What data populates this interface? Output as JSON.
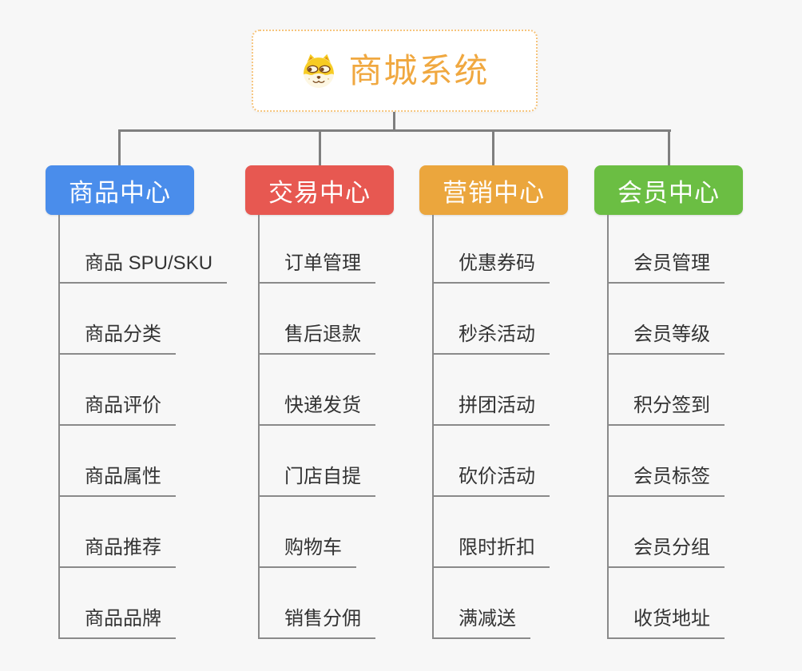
{
  "canvas": {
    "background": "#F7F7F7",
    "connector_color": "#7F7F7F",
    "branch_line_color": "#8A8A8A",
    "topic_text_color": "#333333"
  },
  "root": {
    "title": "商城系统",
    "icon": "shiba-dog-icon",
    "text_color": "#F0A840",
    "border_color": "#F6C47D",
    "background": "#FFFFFF"
  },
  "branches": [
    {
      "label": "商品中心",
      "color": "#4A8DEB",
      "children": [
        "商品 SPU/SKU",
        "商品分类",
        "商品评价",
        "商品属性",
        "商品推荐",
        "商品品牌"
      ]
    },
    {
      "label": "交易中心",
      "color": "#E75851",
      "children": [
        "订单管理",
        "售后退款",
        "快递发货",
        "门店自提",
        "购物车",
        "销售分佣"
      ]
    },
    {
      "label": "营销中心",
      "color": "#EBA63D",
      "children": [
        "优惠券码",
        "秒杀活动",
        "拼团活动",
        "砍价活动",
        "限时折扣",
        "满减送"
      ]
    },
    {
      "label": "会员中心",
      "color": "#6BBE43",
      "children": [
        "会员管理",
        "会员等级",
        "积分签到",
        "会员标签",
        "会员分组",
        "收货地址"
      ]
    }
  ]
}
